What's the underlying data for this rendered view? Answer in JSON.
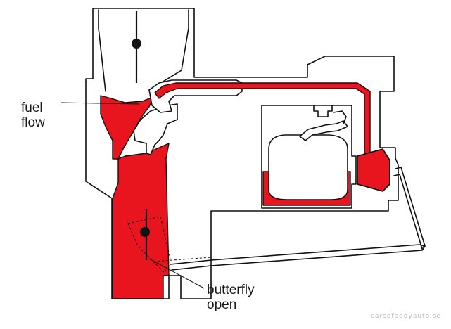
{
  "labels": {
    "fuel_flow": [
      "fuel",
      "flow"
    ],
    "butterfly_open": [
      "butterfly",
      "open"
    ]
  },
  "watermark": "carsofeddyauto.se",
  "colors": {
    "fuel": "#e8141e",
    "outline": "#111111",
    "background": "#ffffff"
  },
  "state": {
    "throttle": "open",
    "fuel": "flowing"
  }
}
